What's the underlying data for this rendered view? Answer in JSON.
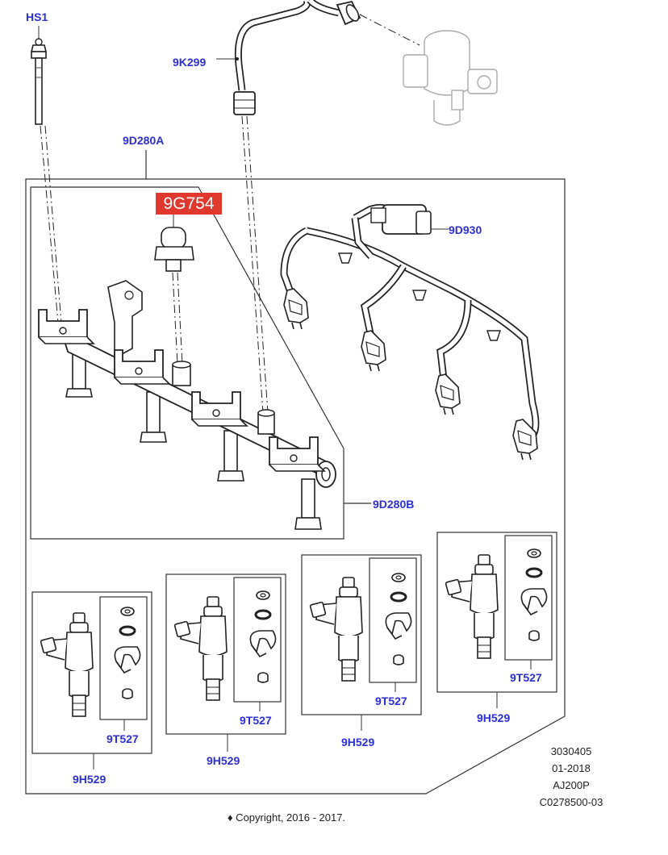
{
  "callouts": {
    "hs1": "HS1",
    "k299": "9K299",
    "d280a": "9D280A",
    "g754": "9G754",
    "d930": "9D930",
    "d280b": "9D280B",
    "t527_1": "9T527",
    "h529_1": "9H529",
    "t527_2": "9T527",
    "h529_2": "9H529",
    "t527_3": "9T527",
    "h529_3": "9H529",
    "t527_4": "9T527",
    "h529_4": "9H529"
  },
  "drawing_info": {
    "number": "3030405",
    "date": "01-2018",
    "engine": "AJ200P",
    "code": "C0278500-03"
  },
  "copyright": "♦ Copyright, 2016 - 2017.",
  "colors": {
    "callout": "#2b2fd8",
    "highlight": "#e0382e",
    "line": "#222222"
  }
}
